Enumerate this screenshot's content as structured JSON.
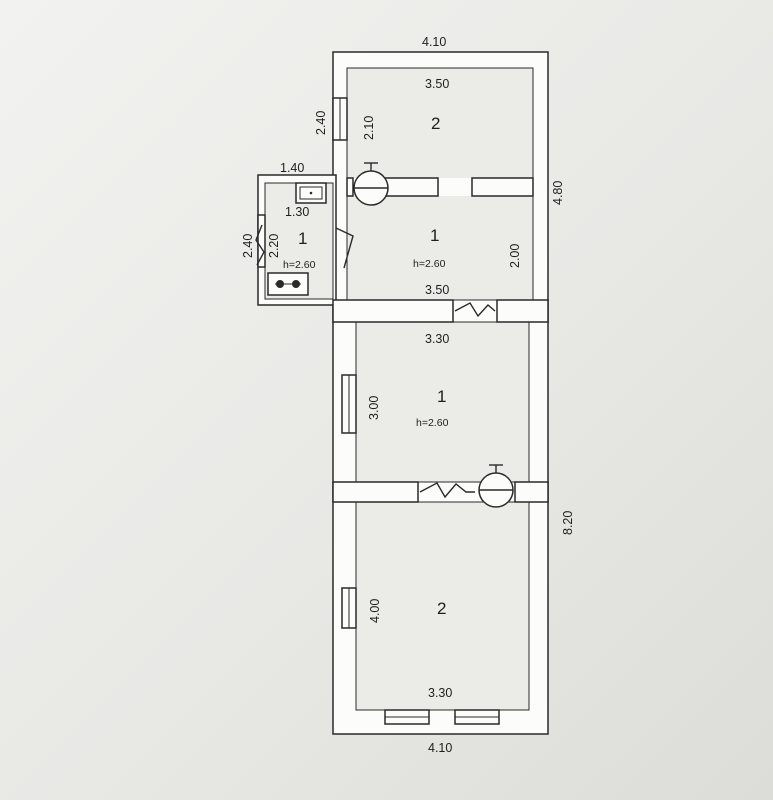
{
  "plan": {
    "dims": {
      "top_width": "4.10",
      "room2_top_inner": "3.50",
      "room2_window": "2.40",
      "room2_depth": "2.10",
      "right_upper": "4.80",
      "right_lower": "8.20",
      "annex_width": "1.40",
      "annex_inner": "1.30",
      "annex_window": "2.40",
      "annex_depth": "2.20",
      "hall_depth": "2.00",
      "hall_bottom": "3.50",
      "middle_top": "3.30",
      "middle_depth": "3.00",
      "lower_depth": "4.00",
      "lower_inner": "3.30",
      "bottom_width": "4.10"
    },
    "rooms": {
      "upper_room": "2",
      "hall": "1",
      "hall_height": "h=2.60",
      "annex": "1",
      "annex_height": "h=2.60",
      "middle": "1",
      "middle_height": "h=2.60",
      "lower": "2"
    }
  }
}
